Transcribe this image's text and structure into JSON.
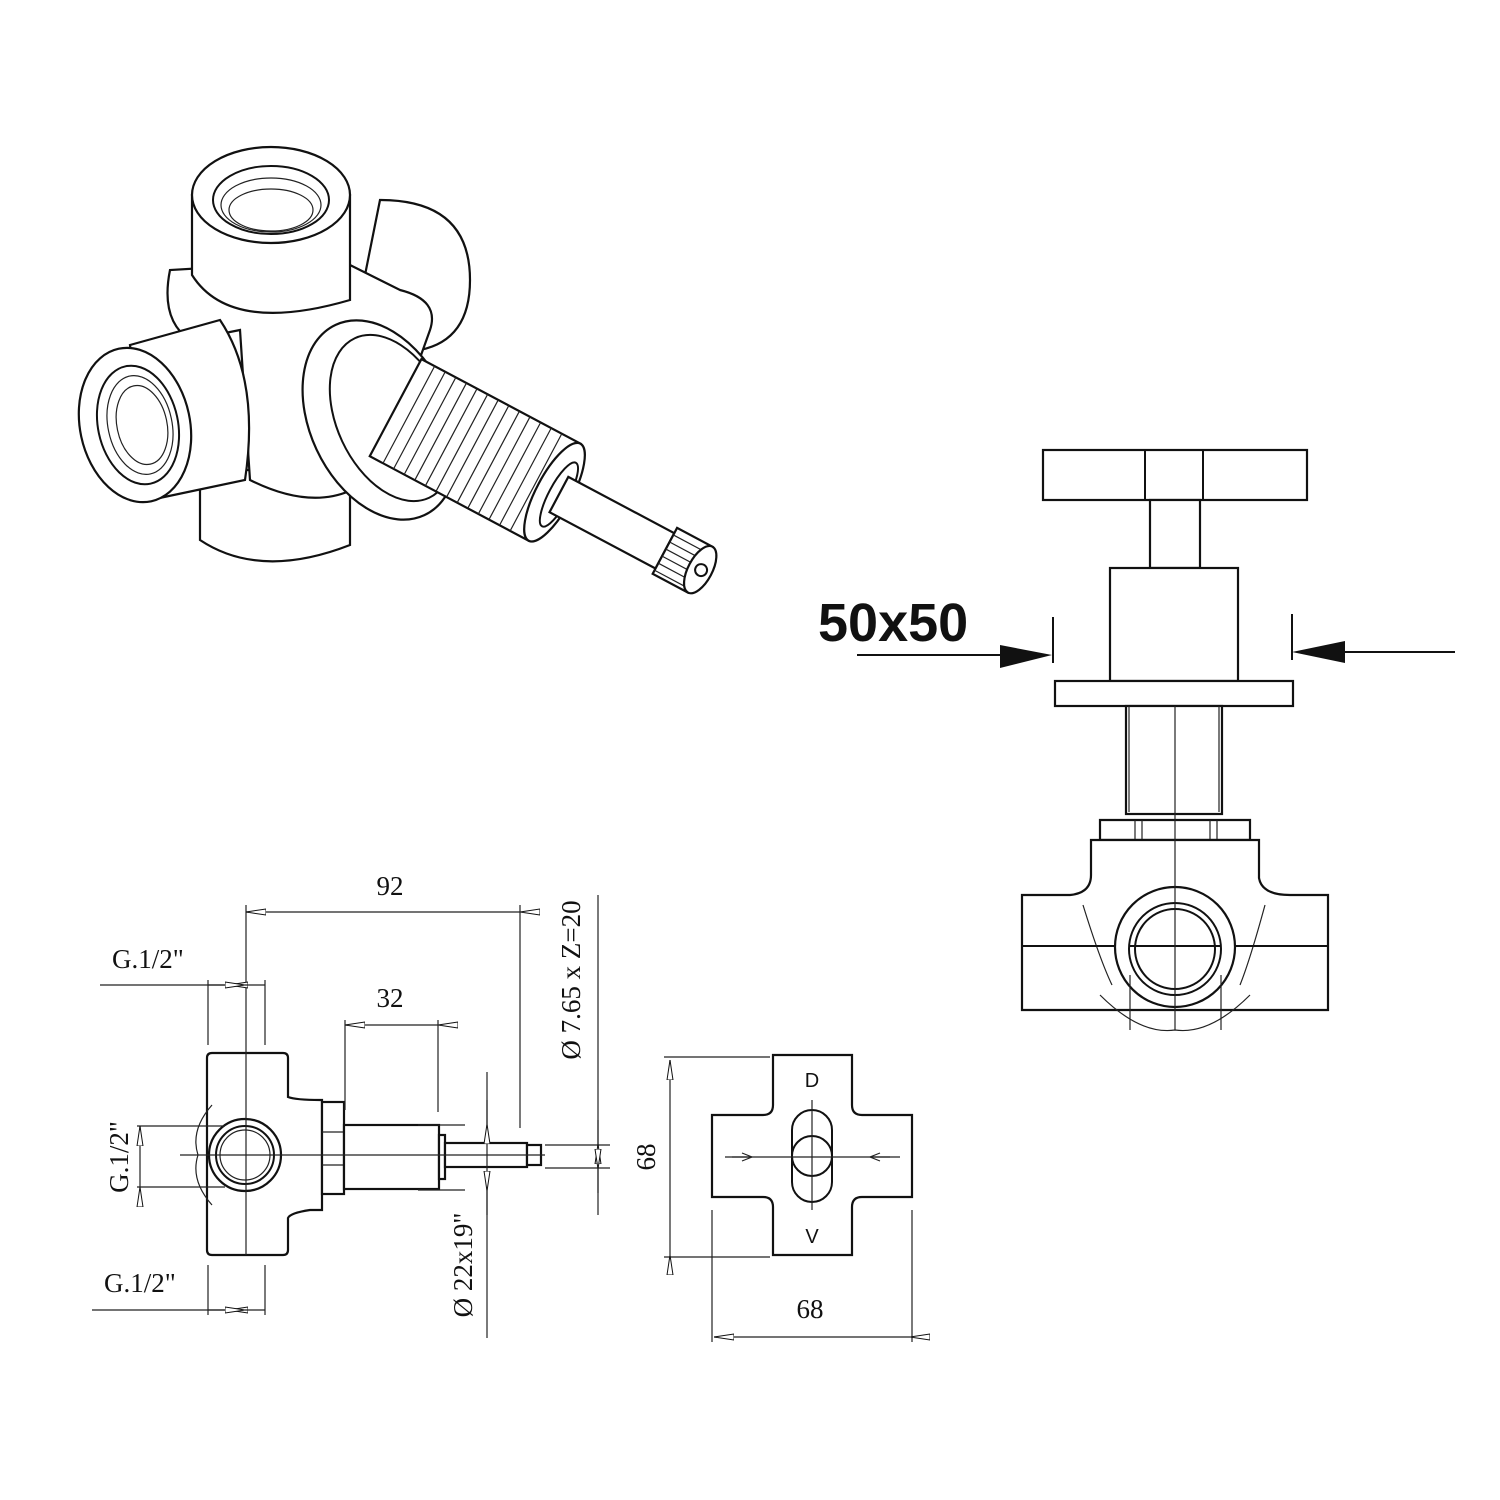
{
  "title": "Concealed valve technical drawing",
  "front_view": {
    "face_size_label": "50x50"
  },
  "side_view": {
    "overall_length_label": "92",
    "shank_length_label": "32",
    "top_port_label": "G.1/2\"",
    "side_port_label": "G.1/2\"",
    "bottom_port_label": "G.1/2\"",
    "spindle_label": "Ø 7.65 x Z=20",
    "thread_label": "Ø 22x19\""
  },
  "plate_view": {
    "height_label": "68",
    "width_label": "68",
    "top_letter": "D",
    "bottom_letter": "V"
  }
}
